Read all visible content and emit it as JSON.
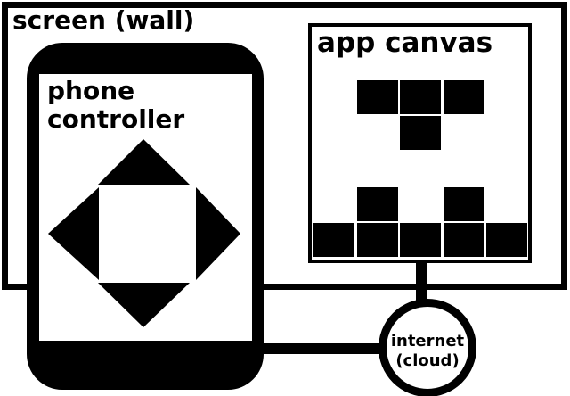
{
  "wall": {
    "label": "screen (wall)"
  },
  "phone": {
    "label_line1": "phone",
    "label_line2": "controller",
    "dpad_directions": [
      "up",
      "left",
      "right",
      "down"
    ]
  },
  "app_canvas": {
    "label": "app canvas",
    "blocks": {
      "grid_cols": 5,
      "grid_rows": 5,
      "filled_cells": [
        [
          1,
          0
        ],
        [
          2,
          0
        ],
        [
          3,
          0
        ],
        [
          2,
          1
        ],
        [
          1,
          3
        ],
        [
          3,
          3
        ],
        [
          0,
          4
        ],
        [
          1,
          4
        ],
        [
          2,
          4
        ],
        [
          3,
          4
        ],
        [
          4,
          4
        ]
      ]
    }
  },
  "internet": {
    "label_line1": "internet",
    "label_line2": "(cloud)"
  },
  "colors": {
    "ink": "#000000",
    "paper": "#ffffff"
  }
}
